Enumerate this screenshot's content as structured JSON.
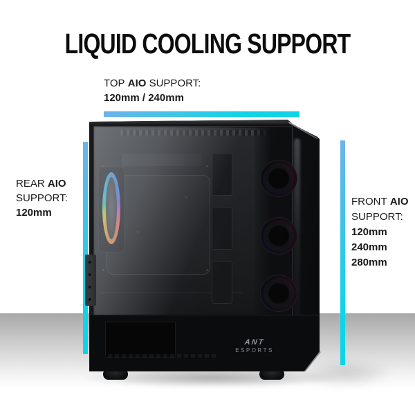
{
  "title": "LIQUID COOLING SUPPORT",
  "top_annotation": {
    "word1": "TOP",
    "word2": "AIO",
    "word3": "SUPPORT:",
    "value": "120mm / 240mm"
  },
  "rear_annotation": {
    "word1": "REAR",
    "word2": "AIO",
    "line2": "SUPPORT:",
    "values": [
      "120mm"
    ]
  },
  "front_annotation": {
    "word1": "FRONT",
    "word2": "AIO",
    "line2": "SUPPORT:",
    "values": [
      "120mm",
      "240mm",
      "280mm"
    ]
  },
  "case_brand": {
    "name": "ANT",
    "sub": "ESPORTS"
  },
  "colors": {
    "accent_light": "#6cb4ea",
    "accent_cyan": "#0fd4e8",
    "title_text": "#0c0c0c",
    "body_text": "#191919",
    "floor_top": "#a8a8a8"
  }
}
